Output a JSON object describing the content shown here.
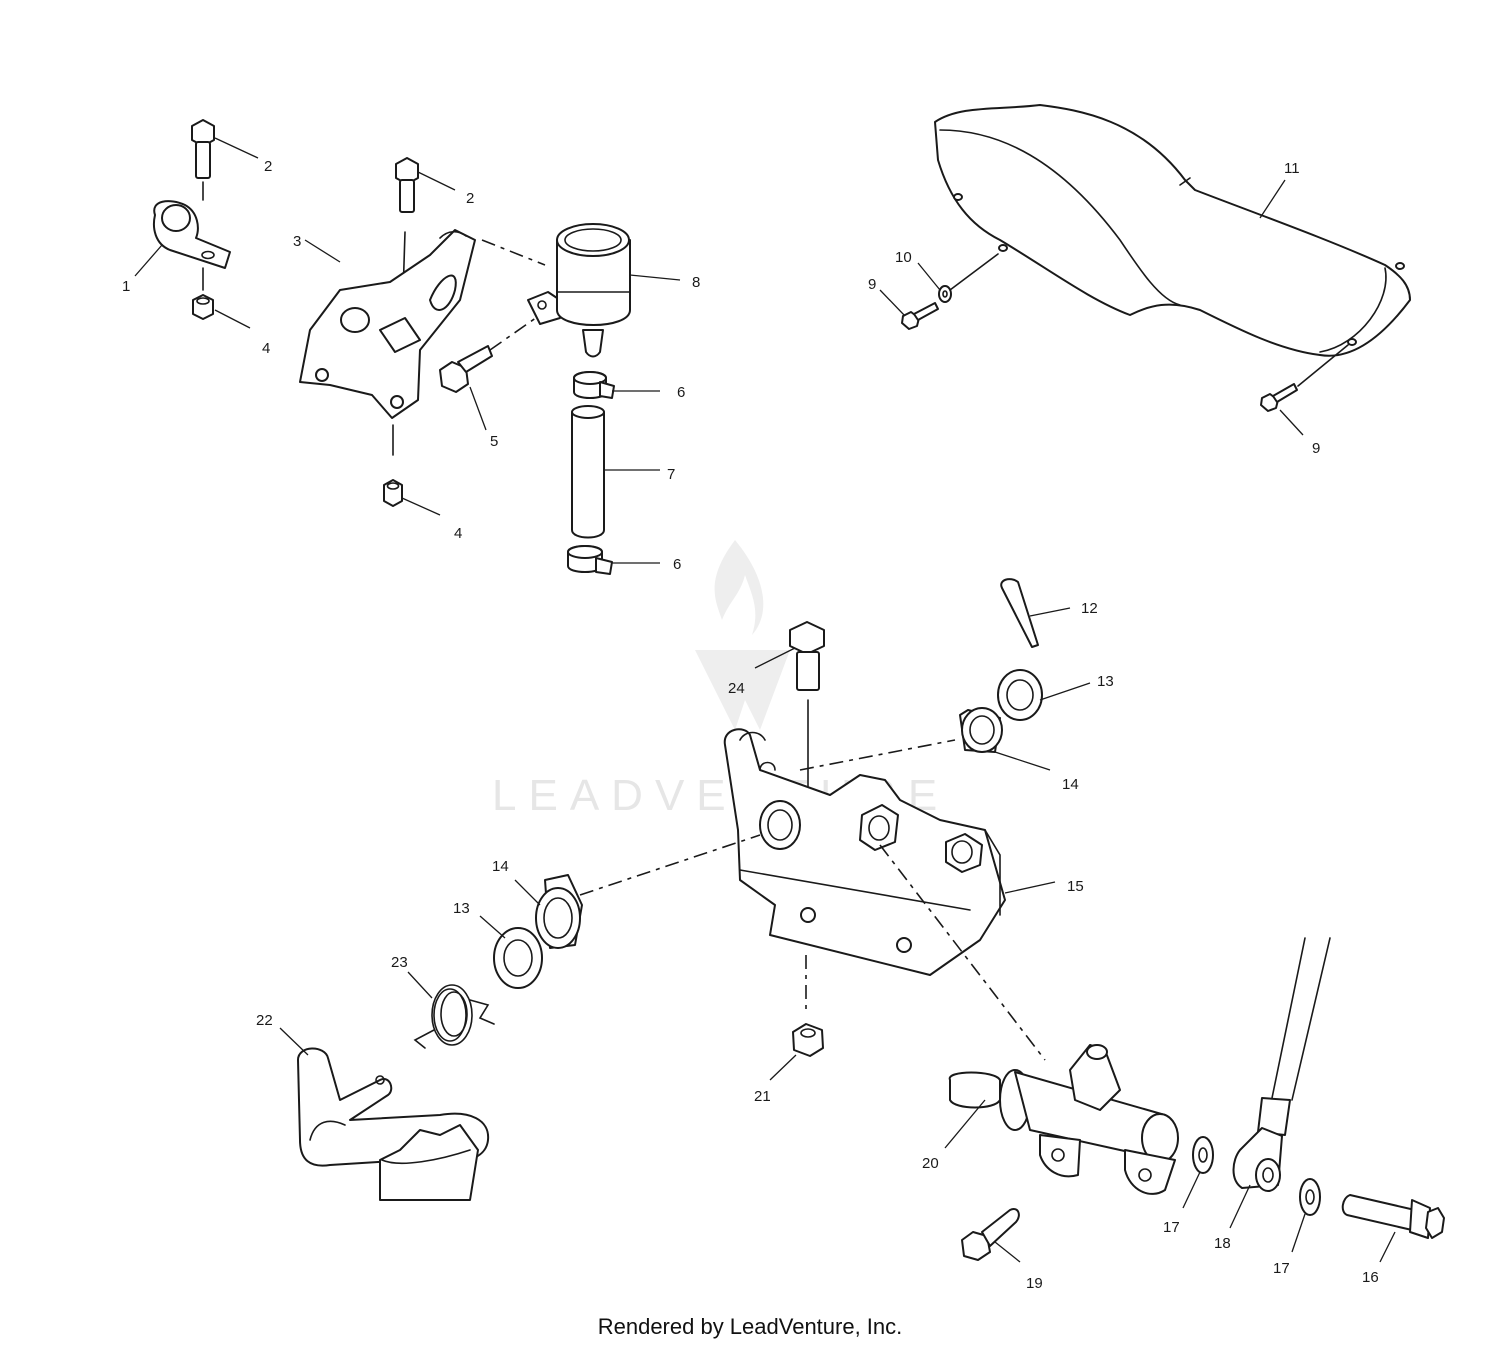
{
  "watermark": {
    "text": "LEADVENTURE"
  },
  "footer": {
    "text": "Rendered by LeadVenture, Inc."
  },
  "callouts": {
    "c1": "1",
    "c2a": "2",
    "c2b": "2",
    "c3": "3",
    "c4a": "4",
    "c4b": "4",
    "c5": "5",
    "c6a": "6",
    "c6b": "6",
    "c7": "7",
    "c8": "8",
    "c9a": "9",
    "c9b": "9",
    "c10": "10",
    "c11": "11",
    "c12": "12",
    "c13a": "13",
    "c13b": "13",
    "c14a": "14",
    "c14b": "14",
    "c15": "15",
    "c16": "16",
    "c17a": "17",
    "c17b": "17",
    "c18": "18",
    "c19": "19",
    "c20": "20",
    "c21": "21",
    "c22": "22",
    "c23": "23",
    "c24": "24"
  }
}
